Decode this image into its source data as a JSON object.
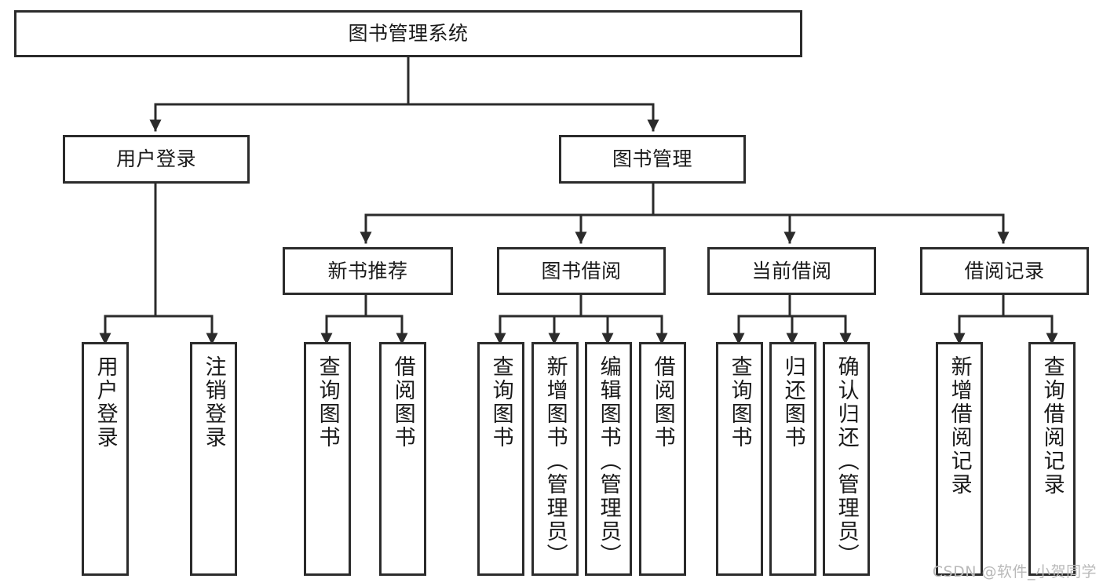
{
  "diagram": {
    "title": "图书管理系统",
    "type": "hierarchy-tree",
    "watermark": "CSDN @软件_小贺同学",
    "style": {
      "border_color": "#2b2b2b",
      "fill_color": "#ffffff",
      "text_color": "#1a1a1a",
      "edge_color": "#2b2b2b",
      "watermark_color": "#b9b9b9"
    },
    "levels": [
      {
        "level": 1,
        "nodes": [
          {
            "id": "root",
            "label": "图书管理系统"
          }
        ]
      },
      {
        "level": 2,
        "nodes": [
          {
            "id": "login",
            "label": "用户登录",
            "parent": "root"
          },
          {
            "id": "bookmgmt",
            "label": "图书管理",
            "parent": "root"
          }
        ]
      },
      {
        "level": 3,
        "nodes": [
          {
            "id": "newbook",
            "label": "新书推荐",
            "parent": "bookmgmt"
          },
          {
            "id": "borrow",
            "label": "图书借阅",
            "parent": "bookmgmt"
          },
          {
            "id": "current",
            "label": "当前借阅",
            "parent": "bookmgmt"
          },
          {
            "id": "record",
            "label": "借阅记录",
            "parent": "bookmgmt"
          }
        ]
      },
      {
        "level": 4,
        "nodes": [
          {
            "id": "leaf1",
            "label": "用户登录",
            "parent": "login"
          },
          {
            "id": "leaf2",
            "label": "注销登录",
            "parent": "login"
          },
          {
            "id": "leaf3",
            "label": "查询图书",
            "parent": "newbook"
          },
          {
            "id": "leaf4",
            "label": "借阅图书",
            "parent": "newbook"
          },
          {
            "id": "leaf5",
            "label": "查询图书",
            "parent": "borrow"
          },
          {
            "id": "leaf6",
            "label": "新增图书（管理员）",
            "parent": "borrow"
          },
          {
            "id": "leaf7",
            "label": "编辑图书（管理员）",
            "parent": "borrow"
          },
          {
            "id": "leaf8",
            "label": "借阅图书",
            "parent": "borrow"
          },
          {
            "id": "leaf9",
            "label": "查询图书",
            "parent": "current"
          },
          {
            "id": "leaf10",
            "label": "归还图书",
            "parent": "current"
          },
          {
            "id": "leaf11",
            "label": "确认归还（管理员）",
            "parent": "current"
          },
          {
            "id": "leaf12",
            "label": "新增借阅记录",
            "parent": "record"
          },
          {
            "id": "leaf13",
            "label": "查询借阅记录",
            "parent": "record"
          }
        ]
      }
    ]
  }
}
